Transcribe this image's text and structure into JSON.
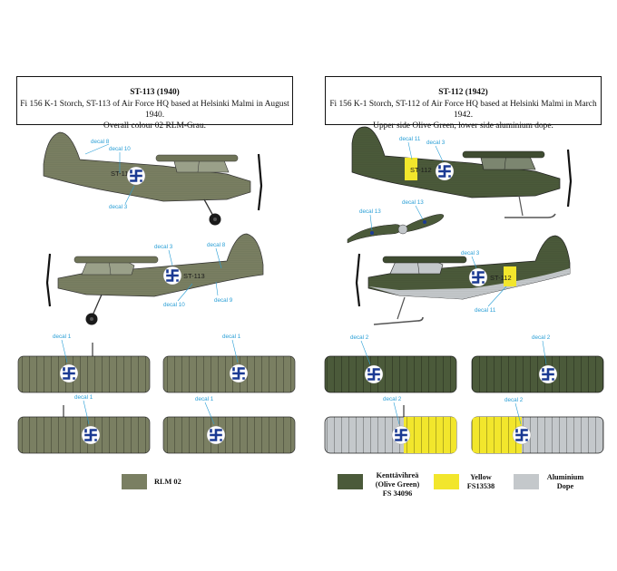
{
  "left_panel": {
    "title": "ST-113 (1940)",
    "lines": [
      "Fi 156 K-1 Storch, ST-113 of Air Force HQ based at Helsinki Malmi in August 1940.",
      "Overall colour 02 RLM-Grau."
    ],
    "code": "ST-113",
    "callouts": {
      "side_top": [
        "decal 8",
        "decal 10",
        "decal 3"
      ],
      "side_bottom": [
        "decal 3",
        "decal 8",
        "decal 9",
        "decal 10"
      ],
      "wings": [
        "decal 1",
        "decal 1",
        "decal 1",
        "decal 1"
      ]
    }
  },
  "right_panel": {
    "title": "ST-112 (1942)",
    "lines": [
      "Fi 156 K-1 Storch, ST-112 of Air Force HQ based at Helsinki Malmi in March 1942.",
      "Upper side Olive Green, lower side aluminium dope."
    ],
    "code": "ST-112",
    "callouts": {
      "side_top": [
        "decal 11",
        "decal 3"
      ],
      "propeller": [
        "decal 13",
        "decal 13"
      ],
      "side_bottom": [
        "decal 3",
        "decal 11"
      ],
      "wings": [
        "decal 2",
        "decal 2",
        "decal 2",
        "decal 2"
      ]
    }
  },
  "legend": [
    {
      "label_lines": [
        "RLM 02"
      ],
      "color": "#7a7f62"
    },
    {
      "label_lines": [
        "Kenttävihreä",
        "(Olive Green)",
        "FS 34096"
      ],
      "color": "#4b5a3a"
    },
    {
      "label_lines": [
        "Yellow",
        "FS13538"
      ],
      "color": "#f2e62c"
    },
    {
      "label_lines": [
        "Aluminium",
        "Dope"
      ],
      "color": "#c4c8cb"
    }
  ],
  "colors": {
    "rlm02": "#7a7f62",
    "olive": "#4b5a3a",
    "yellow": "#f2e62c",
    "aluminium": "#c4c8cb",
    "roundel_blue": "#1b3a93",
    "callout": "#2a9fd6"
  }
}
